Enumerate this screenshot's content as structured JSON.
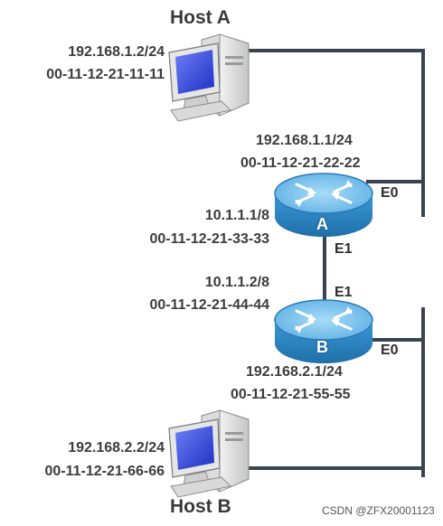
{
  "host_a": {
    "title": "Host A",
    "ip": "192.168.1.2/24",
    "mac": "00-11-12-21-11-11"
  },
  "host_b": {
    "title": "Host B",
    "ip": "192.168.2.2/24",
    "mac": "00-11-12-21-66-66"
  },
  "router_a": {
    "label": "A",
    "e0": {
      "port": "E0",
      "ip": "192.168.1.1/24",
      "mac": "00-11-12-21-22-22"
    },
    "e1": {
      "port": "E1",
      "ip": "10.1.1.1/8",
      "mac": "00-11-12-21-33-33"
    }
  },
  "router_b": {
    "label": "B",
    "e1": {
      "port": "E1",
      "ip": "10.1.1.2/8",
      "mac": "00-11-12-21-44-44"
    },
    "e0": {
      "port": "E0",
      "ip": "192.168.2.1/24",
      "mac": "00-11-12-21-55-55"
    }
  },
  "watermark": "CSDN @ZFX20001123",
  "colors": {
    "link": "#3a4350",
    "router_top": "#7ec4ee",
    "router_side": "#2c86c6",
    "monitor": "#2a3ed8"
  }
}
